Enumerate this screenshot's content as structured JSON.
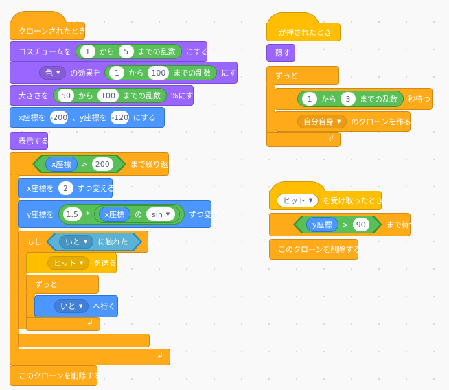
{
  "s1": {
    "hat": "クローンされたとき",
    "costume": {
      "pre": "コスチュームを",
      "a": "1",
      "mid": "から",
      "b": "5",
      "rand": "までの乱数",
      "post": "にする"
    },
    "effect": {
      "effect": "色",
      "of": "の効果を",
      "a": "1",
      "mid": "から",
      "b": "100",
      "rand": "までの乱数",
      "post": "にする"
    },
    "size": {
      "pre": "大きさを",
      "a": "50",
      "mid": "から",
      "b": "100",
      "rand": "までの乱数",
      "post": "%にする"
    },
    "pos": {
      "xpre": "x座標を",
      "x": "-200",
      "sep": "、y座標を",
      "y": "-120",
      "post": "にする"
    },
    "show": "表示する",
    "until": {
      "var": "x座標",
      "op": ">",
      "val": "200",
      "post": "まで繰り返す"
    },
    "changex": {
      "pre": "x座標を",
      "val": "2",
      "post": "ずつ変える"
    },
    "changey": {
      "pre": "y座標を",
      "a": "1.5",
      "op": "*",
      "var": "x座標",
      "of": "の",
      "fn": "sin",
      "post": "ずつ変える"
    },
    "ifblk": {
      "pre": "もし",
      "obj": "いと",
      "touch": "に触れた",
      "post": "なら"
    },
    "broadcast": {
      "msg": "ヒット",
      "post": "を送る"
    },
    "forever": "ずっと",
    "goto": {
      "target": "いと",
      "post": "へ行く"
    },
    "delete": "このクローンを削除する"
  },
  "s2": {
    "hat": "が押されたとき",
    "hide": "隠す",
    "forever": "ずっと",
    "wait": {
      "a": "1",
      "mid": "から",
      "b": "3",
      "rand": "までの乱数",
      "post": "秒待つ"
    },
    "clone": {
      "target": "自分自身",
      "post": "のクローンを作る"
    }
  },
  "s3": {
    "hat": {
      "msg": "ヒット",
      "post": "を受け取ったとき"
    },
    "wait": {
      "var": "y座標",
      "op": ">",
      "val": "90",
      "post": "まで待つ"
    },
    "delete": "このクローンを削除する"
  },
  "colors": {
    "events": "#FFBF00",
    "control": "#FFAB19",
    "looks": "#9966FF",
    "motion": "#4C97FF",
    "sensing": "#5CB1D6",
    "operators": "#59C059"
  },
  "icons": {
    "flag": "green-flag-icon",
    "repeat": "repeat-arrow-icon",
    "dropdown": "dropdown-caret-icon"
  }
}
